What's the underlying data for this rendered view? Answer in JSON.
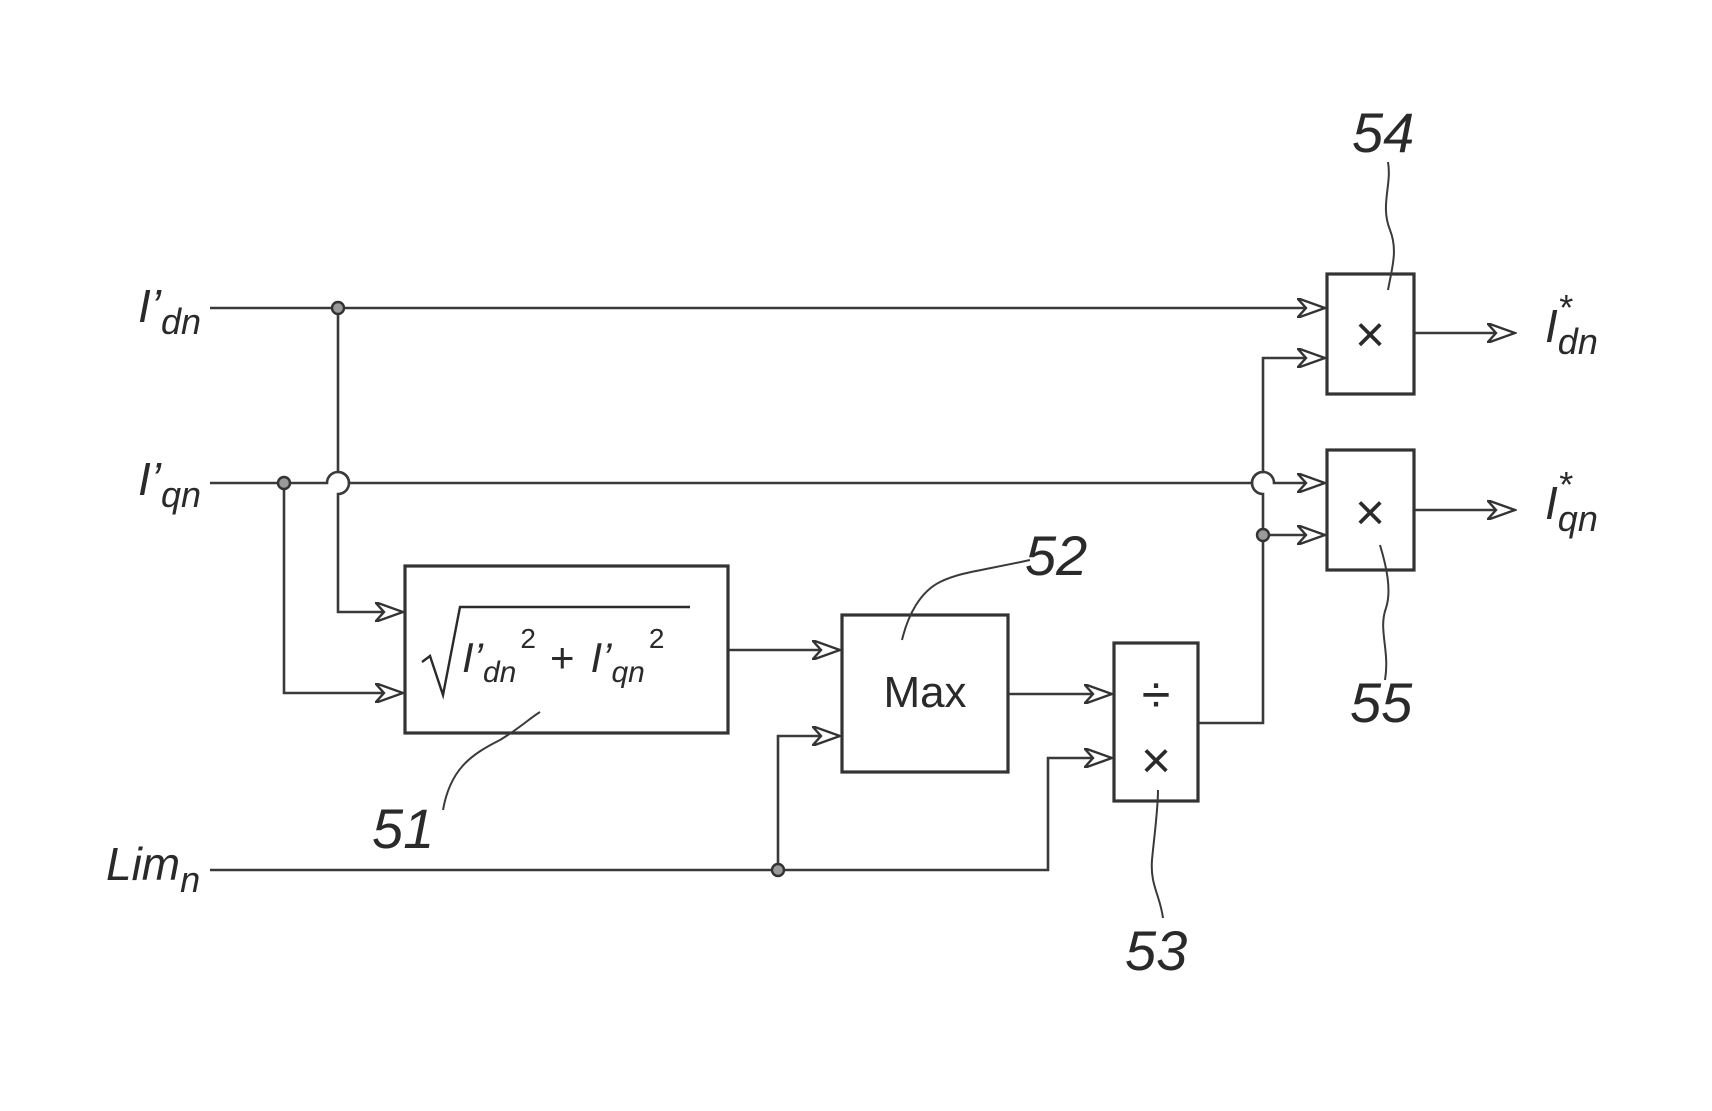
{
  "inputs": {
    "i_dn": {
      "base": "I’",
      "sub": "dn"
    },
    "i_qn": {
      "base": "I’",
      "sub": "qn"
    },
    "lim_n": {
      "base": "Lim",
      "sub": "n"
    }
  },
  "outputs": {
    "i_dn_star": {
      "base": "I",
      "sup": "*",
      "sub": "dn"
    },
    "i_qn_star": {
      "base": "I",
      "sup": "*",
      "sub": "qn"
    }
  },
  "blocks": {
    "magnitude": {
      "ref": "51",
      "term1_base": "I’",
      "term1_sub": "dn",
      "term1_exp": "2",
      "plus": "+",
      "term2_base": "I’",
      "term2_sub": "qn",
      "term2_exp": "2"
    },
    "max": {
      "ref": "52",
      "label": "Max"
    },
    "divmul": {
      "ref": "53",
      "op_top": "÷",
      "op_bottom": "×"
    },
    "mult_d": {
      "ref": "54",
      "op": "×"
    },
    "mult_q": {
      "ref": "55",
      "op": "×"
    }
  }
}
